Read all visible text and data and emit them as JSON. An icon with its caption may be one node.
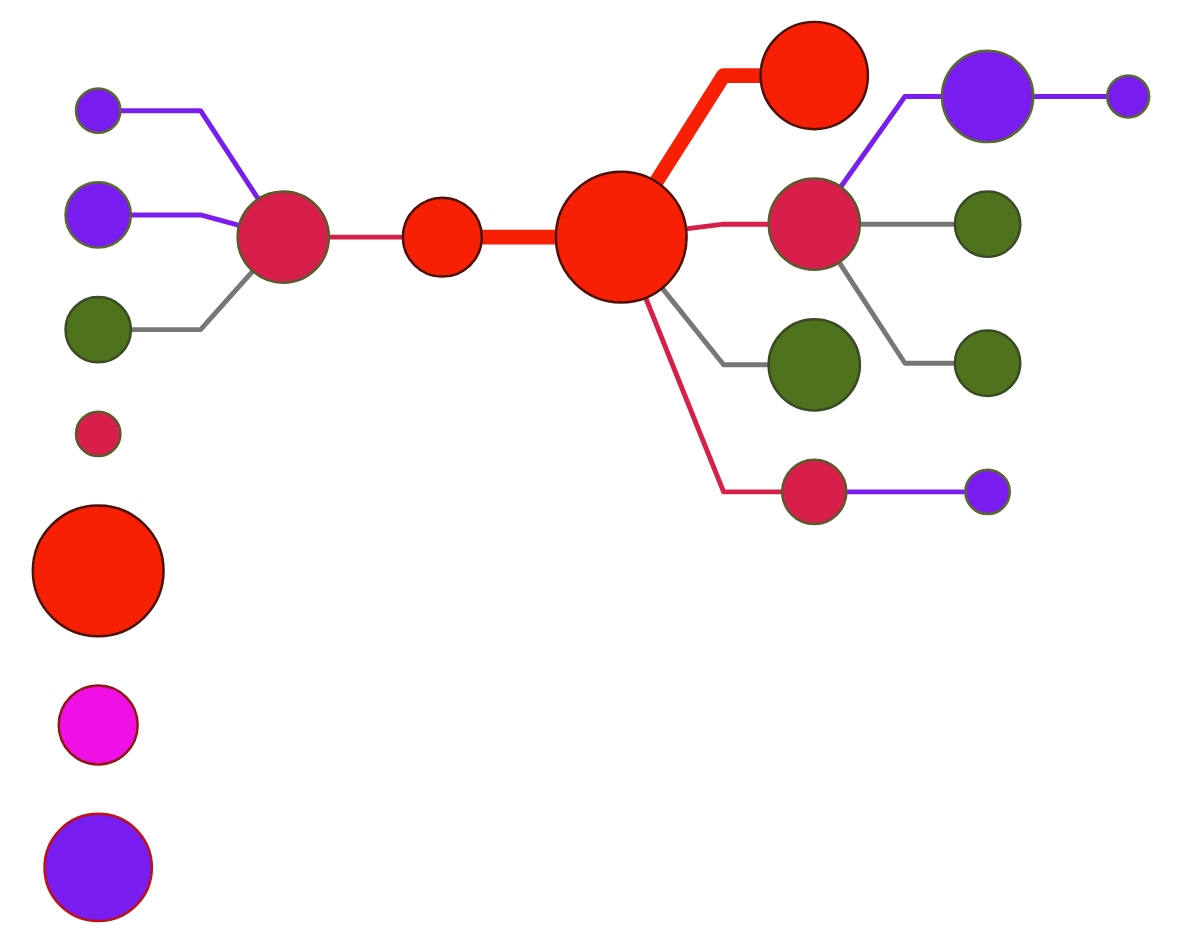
{
  "diagram": {
    "nodes": [
      {
        "text": [],
        "shape": "circle"
      },
      {
        "text": [],
        "shape": "circle"
      },
      {
        "text": [],
        "shape": "circle"
      },
      {
        "text": [],
        "shape": "circle"
      },
      {
        "text": [],
        "shape": "circle"
      },
      {
        "text": [],
        "shape": "circle"
      },
      {
        "text": [],
        "shape": "circle"
      },
      {
        "text": [],
        "shape": "circle"
      },
      {
        "text": [],
        "shape": "circle"
      },
      {
        "text": [],
        "shape": "circle"
      },
      {
        "text": [],
        "shape": "circle"
      },
      {
        "text": [],
        "shape": "circle"
      },
      {
        "text": [],
        "shape": "circle"
      },
      {
        "text": [],
        "shape": "circle"
      },
      {
        "text": [],
        "shape": "circle"
      },
      {
        "text": [],
        "shape": "circle"
      },
      {
        "text": [],
        "shape": "circle"
      },
      {
        "text": [],
        "shape": "circle"
      },
      {
        "text": [],
        "shape": "circle"
      }
    ],
    "edges": [
      {
        "from": 3,
        "to": 6,
        "arrow": "none",
        "color": "#7a1ef0"
      },
      {
        "from": 1,
        "to": 6,
        "arrow": "none",
        "color": "#7a1ef0"
      },
      {
        "from": 11,
        "to": 6,
        "arrow": "none",
        "color": "#777777"
      },
      {
        "from": 6,
        "to": 7,
        "arrow": "none",
        "color": "#d6204a"
      },
      {
        "from": 7,
        "to": 10,
        "arrow": "none",
        "style": "thick",
        "color": "#f82004"
      },
      {
        "from": 10,
        "to": 5,
        "arrow": "none",
        "style": "thick",
        "color": "#f82004"
      },
      {
        "from": 10,
        "to": 13,
        "arrow": "none",
        "color": "#777777"
      },
      {
        "from": 10,
        "to": 8,
        "arrow": "none",
        "color": "#d6204a"
      },
      {
        "from": 10,
        "to": 15,
        "arrow": "none",
        "color": "#d6204a"
      },
      {
        "from": 8,
        "to": 4,
        "arrow": "none",
        "color": "#777777"
      },
      {
        "from": 8,
        "to": 9,
        "arrow": "none",
        "color": "#777777"
      },
      {
        "from": 8,
        "to": 2,
        "arrow": "none",
        "color": "#7a1ef0"
      },
      {
        "from": 2,
        "to": 0,
        "arrow": "none",
        "color": "#7a1ef0"
      },
      {
        "from": 15,
        "to": 14,
        "arrow": "none",
        "color": "#7a1ef0"
      }
    ]
  }
}
